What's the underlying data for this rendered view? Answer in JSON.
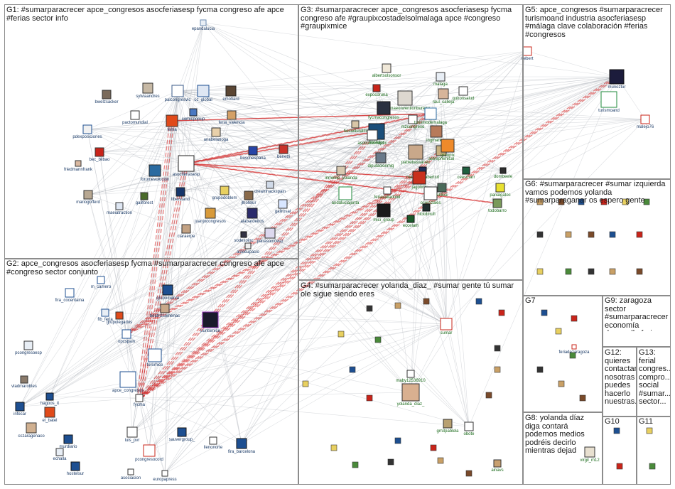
{
  "groups": [
    {
      "id": "G1",
      "label": "G1: #sumarparacrecer apce_congresos asocferiasesp fycma congreso afe apce #ferias sector info"
    },
    {
      "id": "G2",
      "label": "G2: apce_congresos asocferiasesp fycma #sumarparacrecer congreso afe apce #congreso sector conjunto"
    },
    {
      "id": "G3",
      "label": "G3: #sumarparacrecer apce_congresos asocferiasesp fycma congreso afe #graupixcostadelsolmalaga apce #congreso #graupixmice"
    },
    {
      "id": "G4",
      "label": "G4: #sumarparacrecer yolanda_diaz_ #sumar gente tú sumar ole sigue siendo eres"
    },
    {
      "id": "G5",
      "label": "G5: apce_congresos #sumarparacrecer turismoand industria asocferiasesp #málaga clave colaboración #ferias #congresos"
    },
    {
      "id": "G6",
      "label": "G6: #sumarparacrecer #sumar izquierda vamos podemos yolanda #sumarparaganar os espero gente"
    },
    {
      "id": "G7",
      "label": "G7"
    },
    {
      "id": "G8",
      "label": "G8: yolanda díaz diga contará podemos medios podréis decirlo mientras dejad"
    },
    {
      "id": "G9",
      "label": "G9: zaragoza sector #sumarparacrecer economía desarrollo feria..."
    },
    {
      "id": "G10",
      "label": "G10"
    },
    {
      "id": "G11",
      "label": "G11"
    },
    {
      "id": "G12",
      "label": "G12: quieres contactar nosotras puedes hacerlo nuestras..."
    },
    {
      "id": "G13",
      "label": "G13: ferial congres... compro... social #sumar... sector..."
    }
  ],
  "nodes": [
    {
      "label": "epandalucia"
    },
    {
      "label": "bwelzsacker"
    },
    {
      "label": "sylviaandres"
    },
    {
      "label": "palcongresvlc"
    },
    {
      "label": "cc_global"
    },
    {
      "label": "emotiard"
    },
    {
      "label": "pdexposiciones"
    },
    {
      "label": "pactomundial"
    },
    {
      "label": "fema"
    },
    {
      "label": "feria_valencia"
    },
    {
      "label": "comicpopup"
    },
    {
      "label": "anabelanoga"
    },
    {
      "label": "bec_bilbao"
    },
    {
      "label": "friedmannfrank"
    },
    {
      "label": "boschespana"
    },
    {
      "label": "benetti"
    },
    {
      "label": "forumevolucion"
    },
    {
      "label": "asociferiasesp"
    },
    {
      "label": "mariogofferd"
    },
    {
      "label": "maeiatraction"
    },
    {
      "label": "galiforest"
    },
    {
      "label": "liberstand"
    },
    {
      "label": "grupodoblem"
    },
    {
      "label": "jlhotelur"
    },
    {
      "label": "dreamhackspain"
    },
    {
      "label": "galirosal"
    },
    {
      "label": "alabardeiros"
    },
    {
      "label": "juanjocongresos"
    },
    {
      "label": "claraerpe"
    },
    {
      "label": "sodexoinc"
    },
    {
      "label": "panasonicesp"
    },
    {
      "label": "aslocupacio"
    },
    {
      "label": "albertsolsonsor"
    },
    {
      "label": "expocoruna"
    },
    {
      "label": "coruunaeonventionbureau"
    },
    {
      "label": "fycmacongresos"
    },
    {
      "label": "malaga"
    },
    {
      "label": "raul_calleja"
    },
    {
      "label": "quironsalud"
    },
    {
      "label": "mzcongreso"
    },
    {
      "label": "hostelur"
    },
    {
      "label": "hostelturalm"
    },
    {
      "label": "asociacionapec"
    },
    {
      "label": "pablebassanez"
    },
    {
      "label": "ingmarkes"
    },
    {
      "label": "turismodemalaga"
    },
    {
      "label": "diputacionmlg"
    },
    {
      "label": "aetrepremical"
    },
    {
      "label": "groupix"
    },
    {
      "label": "manualasabertsrl"
    },
    {
      "label": "ceesmarr"
    },
    {
      "label": "dombeele"
    },
    {
      "label": "jagonmi"
    },
    {
      "label": "ocerezales"
    },
    {
      "label": "utiliva"
    },
    {
      "label": "nickdmufi"
    },
    {
      "label": "feriavalladolid"
    },
    {
      "label": "andaluciajunta"
    },
    {
      "label": "inmeble_yolanda"
    },
    {
      "label": "mici_group"
    },
    {
      "label": "eccelam"
    },
    {
      "label": "panalgatoc"
    },
    {
      "label": "todobarro"
    },
    {
      "label": "nebert"
    },
    {
      "label": "turismoand"
    },
    {
      "label": "munoztur"
    },
    {
      "label": "malejo76"
    },
    {
      "label": "m_camero"
    },
    {
      "label": "fira_cocentaina"
    },
    {
      "label": "fib_feria"
    },
    {
      "label": "grupomarva"
    },
    {
      "label": "grupolegados"
    },
    {
      "label": "beatrizsemenac"
    },
    {
      "label": "puntomice"
    },
    {
      "label": "opcspain"
    },
    {
      "label": "foromice"
    },
    {
      "label": "pcongresoesp"
    },
    {
      "label": "vladmarobles"
    },
    {
      "label": "hagoos_it"
    },
    {
      "label": "apce_congresos"
    },
    {
      "label": "fycma"
    },
    {
      "label": "infecar"
    },
    {
      "label": "el_batel"
    },
    {
      "label": "cczaragenaco"
    },
    {
      "label": "fira_barcelona"
    },
    {
      "label": "echalla"
    },
    {
      "label": "murdiario"
    },
    {
      "label": "luis_pvr"
    },
    {
      "label": "sauvergroup_"
    },
    {
      "label": "llenonorte"
    },
    {
      "label": "pcongresocord"
    },
    {
      "label": "hostelsur"
    },
    {
      "label": "asociacion"
    },
    {
      "label": "europapress"
    },
    {
      "label": "sumar"
    },
    {
      "label": "maby12536910"
    },
    {
      "label": "yolanda_diaz_"
    },
    {
      "label": "gm3pablela"
    },
    {
      "label": "ainavs"
    },
    {
      "label": "obote"
    },
    {
      "label": "feriadezaragoza"
    },
    {
      "label": "virgil_m12"
    }
  ]
}
